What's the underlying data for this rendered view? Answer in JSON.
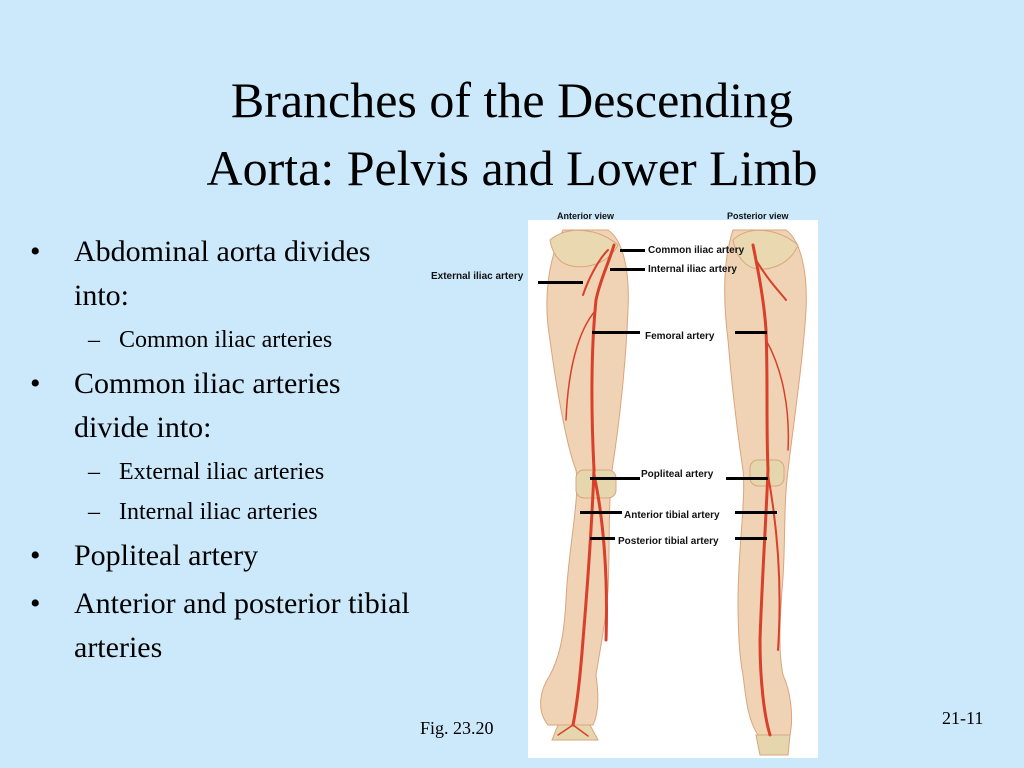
{
  "title": {
    "line1": "Branches of the Descending",
    "line2": "Aorta: Pelvis and Lower Limb"
  },
  "bullets": [
    {
      "text": "Abdominal aorta divides into:",
      "sub": [
        "Common iliac arteries"
      ]
    },
    {
      "text": "Common iliac arteries divide into:",
      "sub": [
        "External iliac arteries",
        "Internal iliac arteries"
      ]
    },
    {
      "text": "Popliteal artery",
      "sub": []
    },
    {
      "text": "Anterior and posterior tibial arteries",
      "sub": []
    }
  ],
  "figure": {
    "view_anterior": "Anterior view",
    "view_posterior": "Posterior view",
    "labels": {
      "common_iliac": "Common iliac artery",
      "internal_iliac": "Internal iliac artery",
      "external_iliac": "External iliac artery",
      "femoral": "Femoral artery",
      "popliteal": "Popliteal artery",
      "anterior_tibial": "Anterior tibial artery",
      "posterior_tibial": "Posterior tibial artery"
    },
    "caption": "Fig. 23.20"
  },
  "slide_number": "21-11"
}
